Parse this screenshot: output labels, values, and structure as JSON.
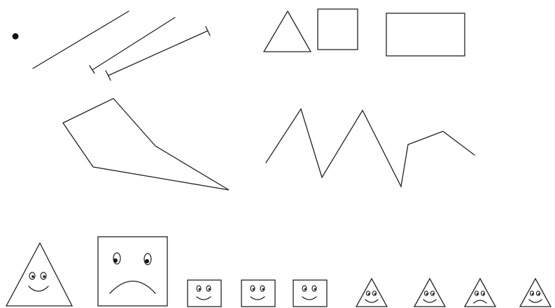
{
  "diagram": {
    "background": "#ffffff",
    "stroke_color": "#222222",
    "rows": [
      {
        "label": "",
        "items": [
          "point",
          "line",
          "ray",
          "line-segment",
          "triangle",
          "square",
          "rectangle"
        ]
      },
      {
        "label": "",
        "items": [
          "closed-polygon",
          "open-polyline"
        ]
      },
      {
        "label": "",
        "items": [
          {
            "shape": "triangle",
            "expression": "smile"
          },
          {
            "shape": "square",
            "expression": "frown"
          },
          {
            "shape": "square",
            "expression": "smile"
          },
          {
            "shape": "square",
            "expression": "smile"
          },
          {
            "shape": "square",
            "expression": "smile"
          },
          {
            "shape": "triangle",
            "expression": "smile"
          },
          {
            "shape": "triangle",
            "expression": "smile"
          },
          {
            "shape": "triangle",
            "expression": "frown"
          },
          {
            "shape": "triangle",
            "expression": "smile"
          }
        ]
      }
    ]
  }
}
